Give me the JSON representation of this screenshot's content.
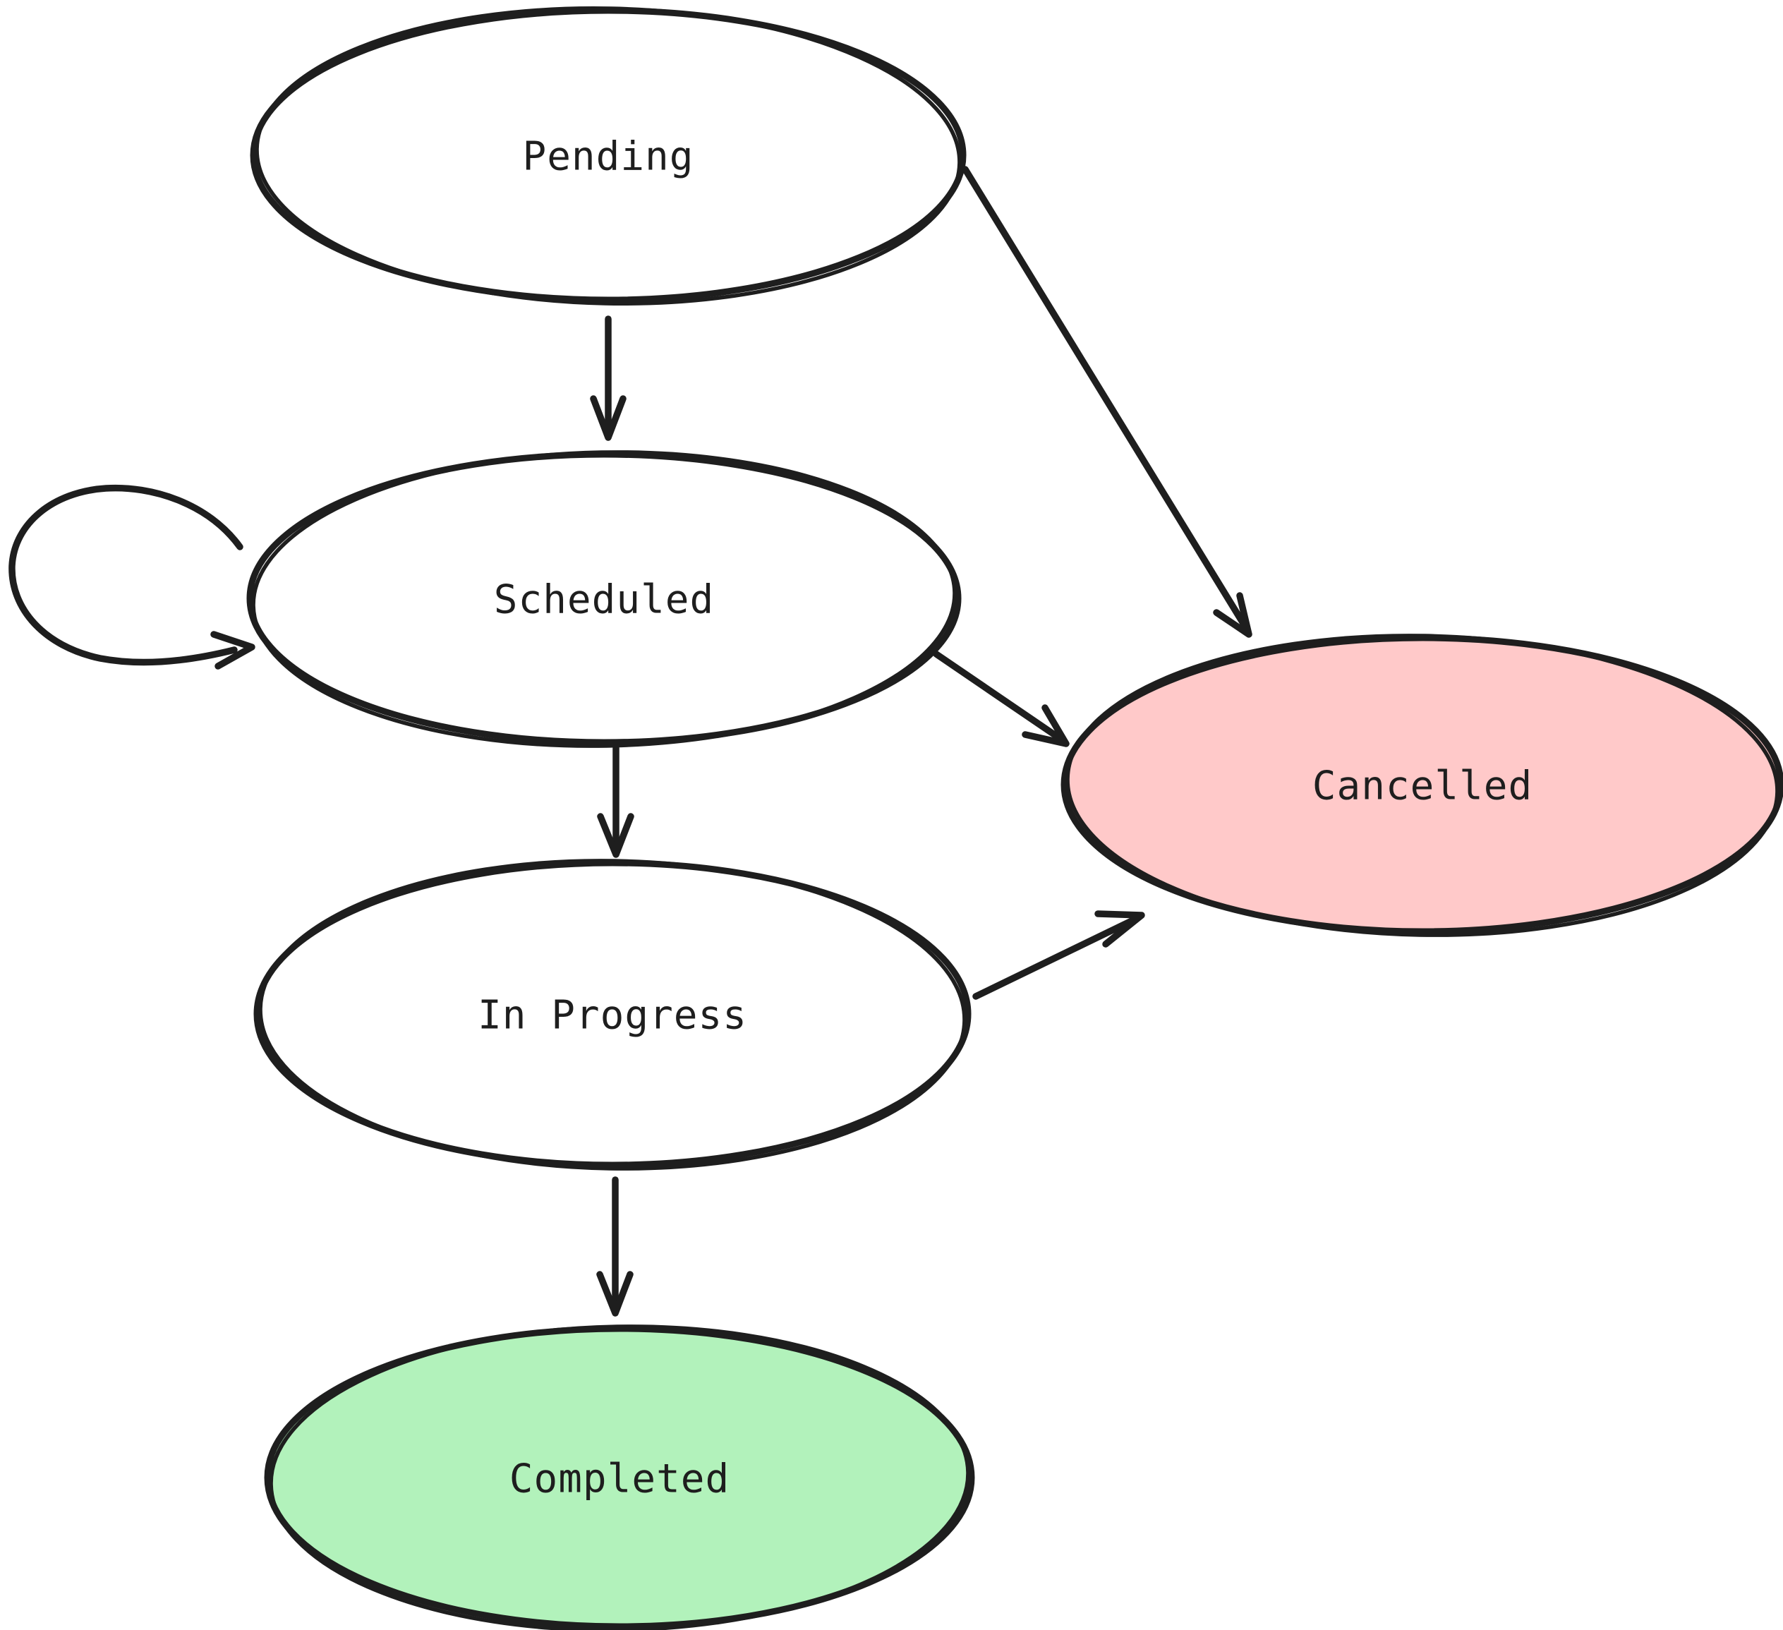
{
  "diagram": {
    "type": "state-machine-flowchart",
    "style": "hand-drawn",
    "background_color": "#ffffff",
    "stroke_color": "#1e1e1e",
    "nodes": [
      {
        "id": "pending",
        "label": "Pending",
        "fill": "#ffffff",
        "role": "initial-state"
      },
      {
        "id": "scheduled",
        "label": "Scheduled",
        "fill": "#ffffff",
        "role": "state"
      },
      {
        "id": "in_progress",
        "label": "In Progress",
        "fill": "#ffffff",
        "role": "state"
      },
      {
        "id": "completed",
        "label": "Completed",
        "fill": "#b2f2bb",
        "role": "success-terminal-state"
      },
      {
        "id": "cancelled",
        "label": "Cancelled",
        "fill": "#ffc9c9",
        "role": "failure-terminal-state"
      }
    ],
    "edges": [
      {
        "from": "Pending",
        "to": "Scheduled",
        "type": "straight-arrow"
      },
      {
        "from": "Pending",
        "to": "Cancelled",
        "type": "straight-arrow"
      },
      {
        "from": "Scheduled",
        "to": "Scheduled",
        "type": "self-loop-arrow"
      },
      {
        "from": "Scheduled",
        "to": "In Progress",
        "type": "straight-arrow"
      },
      {
        "from": "Scheduled",
        "to": "Cancelled",
        "type": "straight-arrow"
      },
      {
        "from": "In Progress",
        "to": "Completed",
        "type": "straight-arrow"
      },
      {
        "from": "In Progress",
        "to": "Cancelled",
        "type": "straight-arrow"
      }
    ]
  }
}
